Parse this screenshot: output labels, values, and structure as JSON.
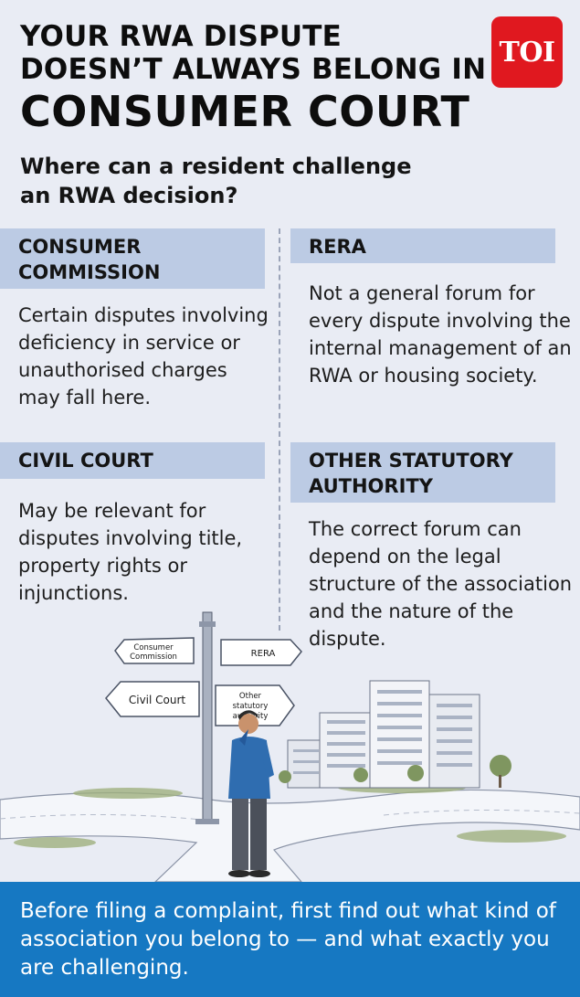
{
  "header": {
    "title_line1": "YOUR RWA DISPUTE",
    "title_line2": "DOESN’T ALWAYS BELONG IN",
    "title_line3": "CONSUMER COURT",
    "logo": "TOI",
    "subtitle": "Where can a resident challenge an RWA decision?"
  },
  "sections": {
    "consumer_commission": {
      "heading": "CONSUMER COMMISSION",
      "text": "Certain disputes involving deficiency in service or unauthorised charges may fall here."
    },
    "rera": {
      "heading": "RERA",
      "text": "Not a general forum for every dispute involving the internal management of an RWA or housing society."
    },
    "civil_court": {
      "heading": "CIVIL COURT",
      "text": "May be relevant for disputes involving title, property rights or injunctions."
    },
    "other_statutory_authority": {
      "heading": "OTHER STATUTORY AUTHORITY",
      "text": "The correct forum can depend on the legal structure of the association and the nature of the dispute."
    }
  },
  "signpost": {
    "consumer_line1": "Consumer",
    "consumer_line2": "Commission",
    "rera": "RERA",
    "civil": "Civil Court",
    "other_line1": "Other",
    "other_line2": "statutory",
    "other_line3": "authority"
  },
  "footer": {
    "text": "Before filing a complaint, first find out what kind of association you belong to — and what exactly you are challenging."
  },
  "colors": {
    "background": "#e9ecf4",
    "section_header": "#bccbe4",
    "footer": "#1678c2",
    "logo": "#e0181f"
  }
}
